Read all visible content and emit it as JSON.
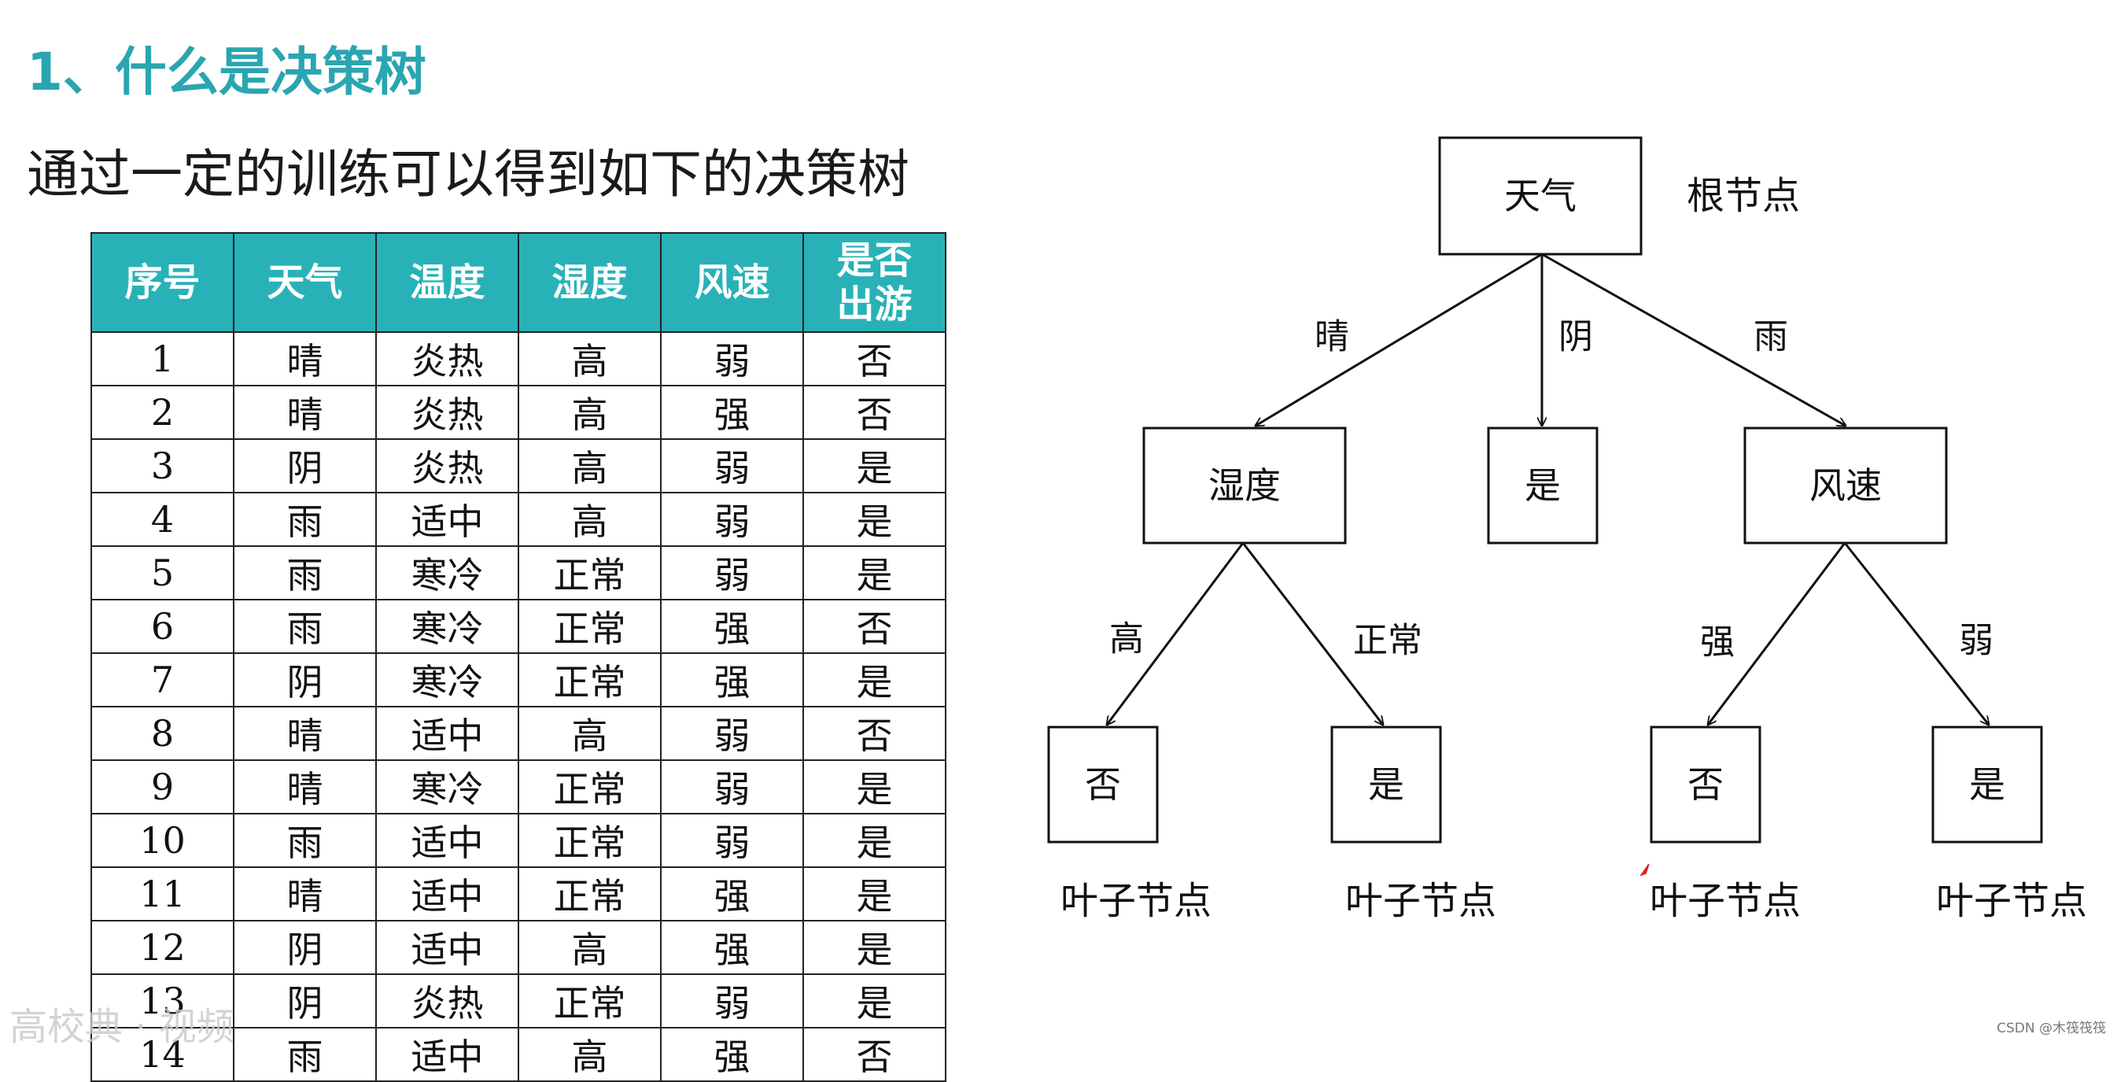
{
  "title": "1、什么是决策树",
  "subtitle": "通过一定的训练可以得到如下的决策树",
  "table": {
    "headers": [
      "序号",
      "天气",
      "温度",
      "湿度",
      "风速",
      "是否\n出游"
    ],
    "rows": [
      [
        "1",
        "晴",
        "炎热",
        "高",
        "弱",
        "否"
      ],
      [
        "2",
        "晴",
        "炎热",
        "高",
        "强",
        "否"
      ],
      [
        "3",
        "阴",
        "炎热",
        "高",
        "弱",
        "是"
      ],
      [
        "4",
        "雨",
        "适中",
        "高",
        "弱",
        "是"
      ],
      [
        "5",
        "雨",
        "寒冷",
        "正常",
        "弱",
        "是"
      ],
      [
        "6",
        "雨",
        "寒冷",
        "正常",
        "强",
        "否"
      ],
      [
        "7",
        "阴",
        "寒冷",
        "正常",
        "强",
        "是"
      ],
      [
        "8",
        "晴",
        "适中",
        "高",
        "弱",
        "否"
      ],
      [
        "9",
        "晴",
        "寒冷",
        "正常",
        "弱",
        "是"
      ],
      [
        "10",
        "雨",
        "适中",
        "正常",
        "弱",
        "是"
      ],
      [
        "11",
        "晴",
        "适中",
        "正常",
        "强",
        "是"
      ],
      [
        "12",
        "阴",
        "适中",
        "高",
        "强",
        "是"
      ],
      [
        "13",
        "阴",
        "炎热",
        "正常",
        "弱",
        "是"
      ],
      [
        "14",
        "雨",
        "适中",
        "高",
        "强",
        "否"
      ]
    ]
  },
  "tree": {
    "root": "天气",
    "root_annotation": "根节点",
    "edge_sunny": "晴",
    "edge_overcast": "阴",
    "edge_rain": "雨",
    "humidity_node": "湿度",
    "overcast_leaf": "是",
    "wind_node": "风速",
    "edge_high": "高",
    "edge_normal": "正常",
    "edge_strong": "强",
    "edge_weak": "弱",
    "leaf_high": "否",
    "leaf_normal": "是",
    "leaf_strong": "否",
    "leaf_weak": "是",
    "leaf_annotation": "叶子节点"
  },
  "watermark_left": "高校典 · 视频",
  "watermark_right": "CSDN @木筏筏筏",
  "colors": {
    "title": "#2aa5b1",
    "table_header": "#28b2b8"
  }
}
